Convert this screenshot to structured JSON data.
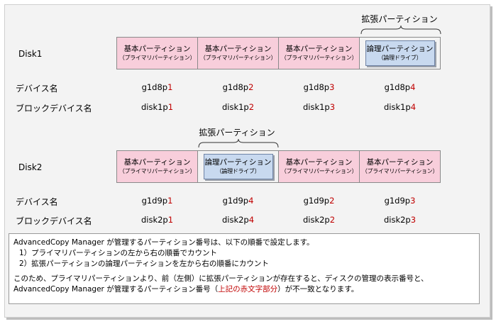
{
  "disk1": {
    "label": "Disk1",
    "extended_title": "拡張パーティション",
    "partitions": [
      {
        "type": "basic",
        "name": "基本パーティション",
        "sub": "（プライマリパーティション）"
      },
      {
        "type": "basic",
        "name": "基本パーティション",
        "sub": "（プライマリパーティション）"
      },
      {
        "type": "basic",
        "name": "基本パーティション",
        "sub": "（プライマリパーティション）"
      },
      {
        "type": "extended",
        "name": "論理パーティション",
        "sub": "（論理ドライブ）"
      }
    ],
    "device_row_label": "デバイス名",
    "block_row_label": "ブロックデバイス名",
    "devices": [
      {
        "prefix": "g1d8p",
        "num": "1"
      },
      {
        "prefix": "g1d8p",
        "num": "2"
      },
      {
        "prefix": "g1d8p",
        "num": "3"
      },
      {
        "prefix": "g1d8p",
        "num": "4"
      }
    ],
    "blocks": [
      {
        "prefix": "disk1p",
        "num": "1"
      },
      {
        "prefix": "disk1p",
        "num": "2"
      },
      {
        "prefix": "disk1p",
        "num": "3"
      },
      {
        "prefix": "disk1p",
        "num": "4"
      }
    ]
  },
  "disk2": {
    "label": "Disk2",
    "extended_title": "拡張パーティション",
    "partitions": [
      {
        "type": "basic",
        "name": "基本パーティション",
        "sub": "（プライマリパーティション）"
      },
      {
        "type": "extended",
        "name": "論理パーティション",
        "sub": "（論理ドライブ）"
      },
      {
        "type": "basic",
        "name": "基本パーティション",
        "sub": "（プライマリパーティション）"
      },
      {
        "type": "basic",
        "name": "基本パーティション",
        "sub": "（プライマリパーティション）"
      }
    ],
    "device_row_label": "デバイス名",
    "block_row_label": "ブロックデバイス名",
    "devices": [
      {
        "prefix": "g1d9p",
        "num": "1"
      },
      {
        "prefix": "g1d9p",
        "num": "4"
      },
      {
        "prefix": "g1d9p",
        "num": "2"
      },
      {
        "prefix": "g1d9p",
        "num": "3"
      }
    ],
    "blocks": [
      {
        "prefix": "disk2p",
        "num": "1"
      },
      {
        "prefix": "disk2p",
        "num": "4"
      },
      {
        "prefix": "disk2p",
        "num": "2"
      },
      {
        "prefix": "disk2p",
        "num": "3"
      }
    ]
  },
  "note": {
    "line1": "AdvancedCopy Manager が管理するパーティション番号は、以下の順番で設定します。",
    "line2": "1）プライマリパーティションの左から右の順番でカウント",
    "line3": "2）拡張パーティションの論理パーティションを左から右の順番にカウント",
    "line4": "このため、プライマリパーティションより、前（左側）に拡張パーティションが存在すると、ディスクの管理の表示番号と、",
    "line5_pre": "AdvancedCopy Manager が管理するパーティション番号（",
    "line5_red": "上記の赤文字部分",
    "line5_post": "）が不一致となります。"
  },
  "colors": {
    "basic_partition": "#f8cedb",
    "logical_partition": "#c8d9ef",
    "highlight_red": "#c00000"
  }
}
